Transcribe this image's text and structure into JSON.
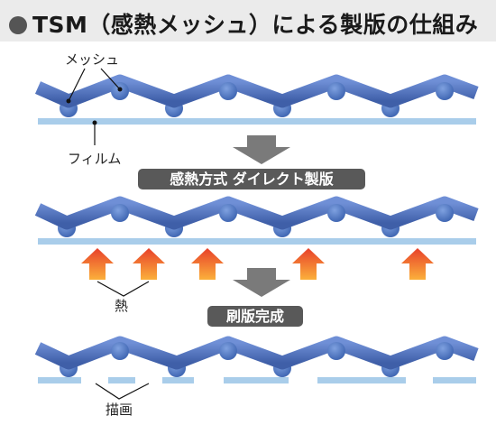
{
  "title": "TSM（感熱メッシュ）による製版の仕組み",
  "labels": {
    "mesh": "メッシュ",
    "film": "フィルム",
    "heat": "熱",
    "image": "描画"
  },
  "steps": {
    "step1": "感熱方式 ダイレクト製版",
    "step2": "刷版完成"
  },
  "colors": {
    "mesh_stroke": "#4a6cb5",
    "mesh_fill": "#5a7ec9",
    "mesh_dot": "#5078c4",
    "film": "#a9cdea",
    "arrow_gray": "#7a7a7a",
    "banner": "#595959",
    "heat_top": "#e8402a",
    "heat_bottom": "#fbb03b",
    "title_bg": "#ebebeb"
  }
}
